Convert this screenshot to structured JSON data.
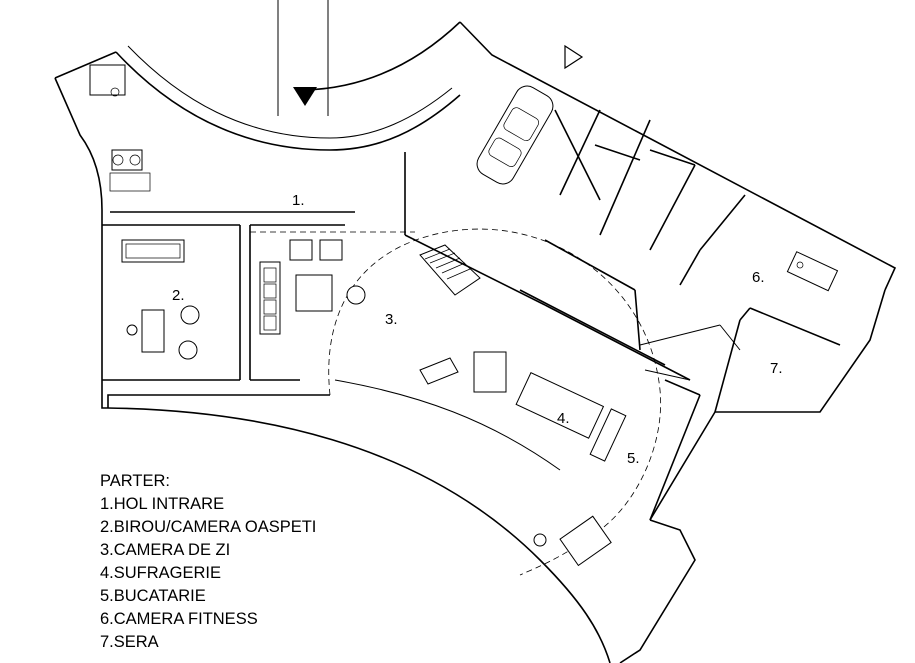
{
  "room_labels": [
    "1.",
    "2.",
    "3.",
    "4.",
    "5.",
    "6.",
    "7."
  ],
  "legend": {
    "title": "PARTER:",
    "items": [
      "1.HOL INTRARE",
      "2.BIROU/CAMERA OASPETI",
      "3.CAMERA DE ZI",
      "4.SUFRAGERIE",
      "5.BUCATARIE",
      "6.CAMERA FITNESS",
      "7.SERA"
    ]
  }
}
